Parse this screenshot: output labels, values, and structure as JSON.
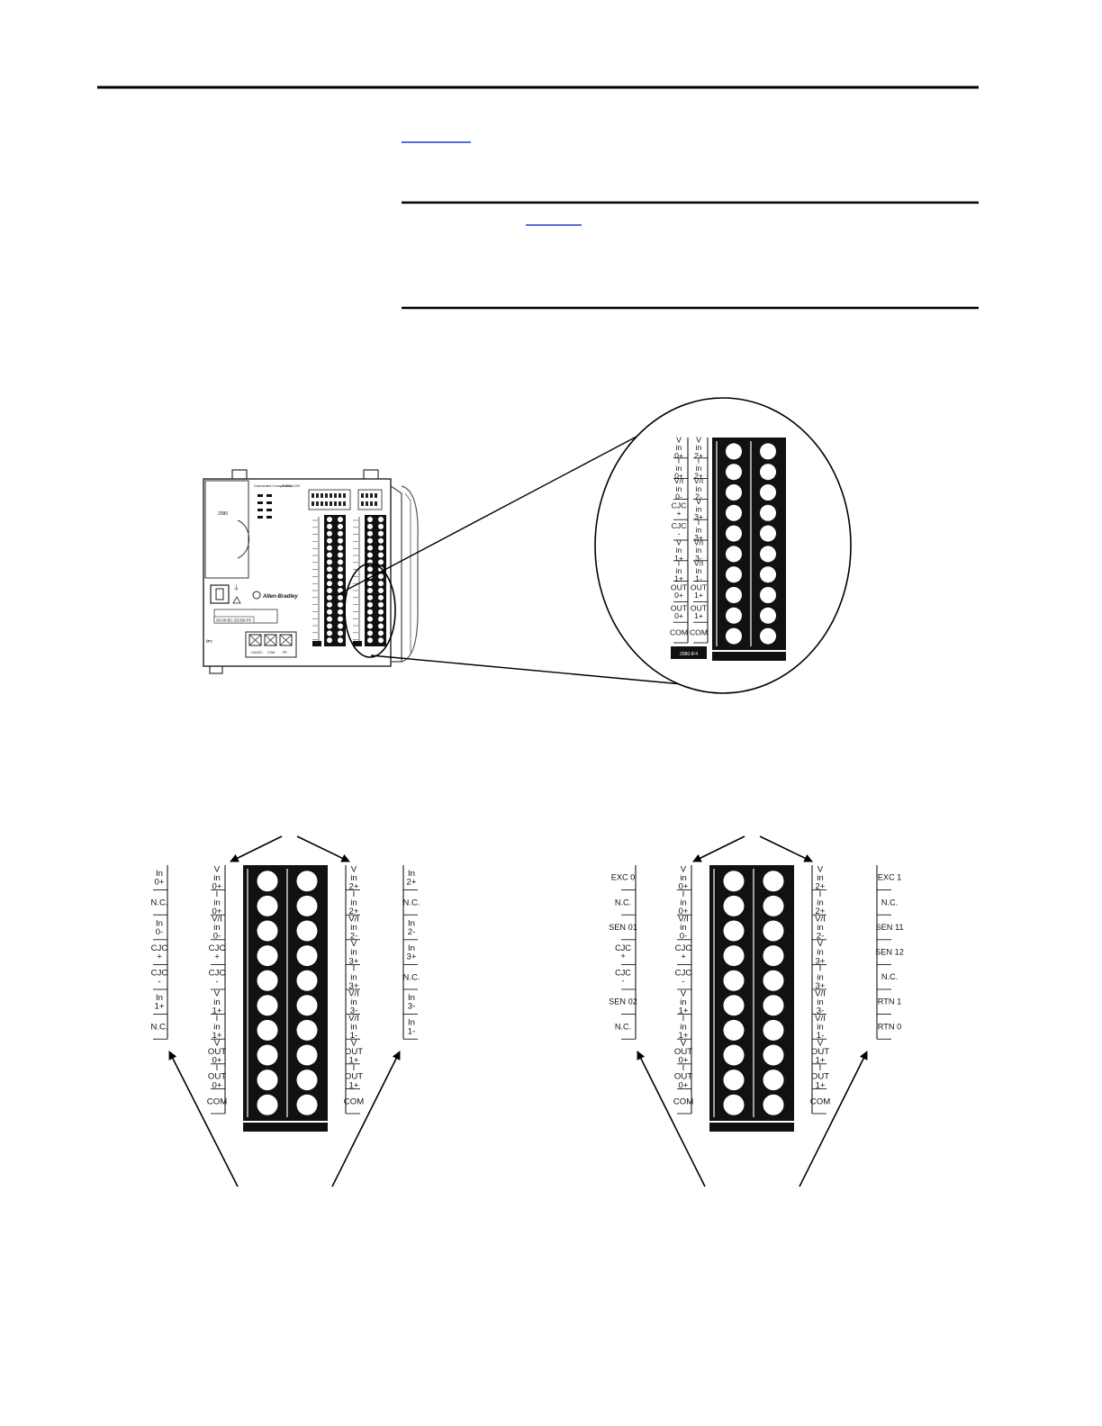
{
  "links": {
    "link_1": "",
    "link_2": ""
  },
  "device": {
    "brand": "Allen-Bradley",
    "model_line1": "Connected Components",
    "model_line2": "2080-LC20",
    "bottom_labels": [
      "+24VDC",
      "COM",
      "PE"
    ],
    "serial_text": "00:00:BC:2D:B9:F6"
  },
  "zoom": {
    "left_column": [
      [
        "V",
        "in",
        "0+"
      ],
      [
        "I",
        "in",
        "0+"
      ],
      [
        "V/I",
        "in",
        "0-"
      ],
      [
        "CJC",
        "+"
      ],
      [
        "CJC",
        "-"
      ],
      [
        "V",
        "in",
        "1+"
      ],
      [
        "I",
        "in",
        "1+"
      ],
      [
        "OUT",
        "0+"
      ],
      [
        "OUT",
        "0+"
      ],
      [
        "COM"
      ]
    ],
    "right_column": [
      [
        "V",
        "in",
        "2+"
      ],
      [
        "I",
        "in",
        "2+"
      ],
      [
        "V/I",
        "in",
        "2-"
      ],
      [
        "V",
        "in",
        "3+"
      ],
      [
        "I",
        "in",
        "3+"
      ],
      [
        "V/I",
        "in",
        "3-"
      ],
      [
        "V/I",
        "in",
        "1-"
      ],
      [
        "OUT",
        "1+"
      ],
      [
        "OUT",
        "1+"
      ],
      [
        "COM"
      ]
    ],
    "rows": 10,
    "bottom_tag": "2080-IF4"
  },
  "diagram_left": {
    "outer_left": [
      [
        "In",
        "0+"
      ],
      [
        "N.C."
      ],
      [
        "In",
        "0-"
      ],
      [
        "CJC",
        "+"
      ],
      [
        "CJC",
        "-"
      ],
      [
        "In",
        "1+"
      ],
      [
        "N.C."
      ]
    ],
    "inner_left": [
      [
        "V",
        "in",
        "0+"
      ],
      [
        "I",
        "in",
        "0+"
      ],
      [
        "V/I",
        "in",
        "0-"
      ],
      [
        "CJC",
        "+"
      ],
      [
        "CJC",
        "-"
      ],
      [
        "V",
        "in",
        "1+"
      ],
      [
        "I",
        "in",
        "1+"
      ],
      [
        "V",
        "OUT",
        "0+"
      ],
      [
        "I",
        "OUT",
        "0+"
      ],
      [
        "COM"
      ]
    ],
    "inner_right": [
      [
        "V",
        "in",
        "2+"
      ],
      [
        "I",
        "in",
        "2+"
      ],
      [
        "V/I",
        "in",
        "2-"
      ],
      [
        "V",
        "in",
        "3+"
      ],
      [
        "I",
        "in",
        "3+"
      ],
      [
        "V/I",
        "in",
        "3-"
      ],
      [
        "V/I",
        "in",
        "1-"
      ],
      [
        "V",
        "OUT",
        "1+"
      ],
      [
        "I",
        "OUT",
        "1+"
      ],
      [
        "COM"
      ]
    ],
    "outer_right": [
      [
        "In",
        "2+"
      ],
      [
        "N.C."
      ],
      [
        "In",
        "2-"
      ],
      [
        "In",
        "3+"
      ],
      [
        "N.C."
      ],
      [
        "In",
        "3-"
      ],
      [
        "In",
        "1-"
      ]
    ],
    "rows": 10
  },
  "diagram_right": {
    "outer_left": [
      [
        "EXC 0"
      ],
      [
        "N.C."
      ],
      [
        "SEN 01"
      ],
      [
        "CJC",
        "+"
      ],
      [
        "CJC",
        "-"
      ],
      [
        "SEN 02"
      ],
      [
        "N.C."
      ]
    ],
    "inner_left": [
      [
        "V",
        "in",
        "0+"
      ],
      [
        "I",
        "in",
        "0+"
      ],
      [
        "V/I",
        "in",
        "0-"
      ],
      [
        "CJC",
        "+"
      ],
      [
        "CJC",
        "-"
      ],
      [
        "V",
        "in",
        "1+"
      ],
      [
        "I",
        "in",
        "1+"
      ],
      [
        "V",
        "OUT",
        "0+"
      ],
      [
        "I",
        "OUT",
        "0+"
      ],
      [
        "COM"
      ]
    ],
    "inner_right": [
      [
        "V",
        "in",
        "2+"
      ],
      [
        "I",
        "in",
        "2+"
      ],
      [
        "V/I",
        "in",
        "2-"
      ],
      [
        "V",
        "in",
        "3+"
      ],
      [
        "I",
        "in",
        "3+"
      ],
      [
        "V/I",
        "in",
        "3-"
      ],
      [
        "V/I",
        "in",
        "1-"
      ],
      [
        "V",
        "OUT",
        "1+"
      ],
      [
        "I",
        "OUT",
        "1+"
      ],
      [
        "COM"
      ]
    ],
    "outer_right": [
      [
        "EXC 1"
      ],
      [
        "N.C."
      ],
      [
        "SEN 11"
      ],
      [
        "SEN 12"
      ],
      [
        "N.C."
      ],
      [
        "RTN 1"
      ],
      [
        "RTN 0"
      ]
    ],
    "rows": 10
  },
  "colors": {
    "ink": "#000000",
    "link": "#1a3fd6",
    "block": "#111111",
    "paper": "#ffffff"
  }
}
